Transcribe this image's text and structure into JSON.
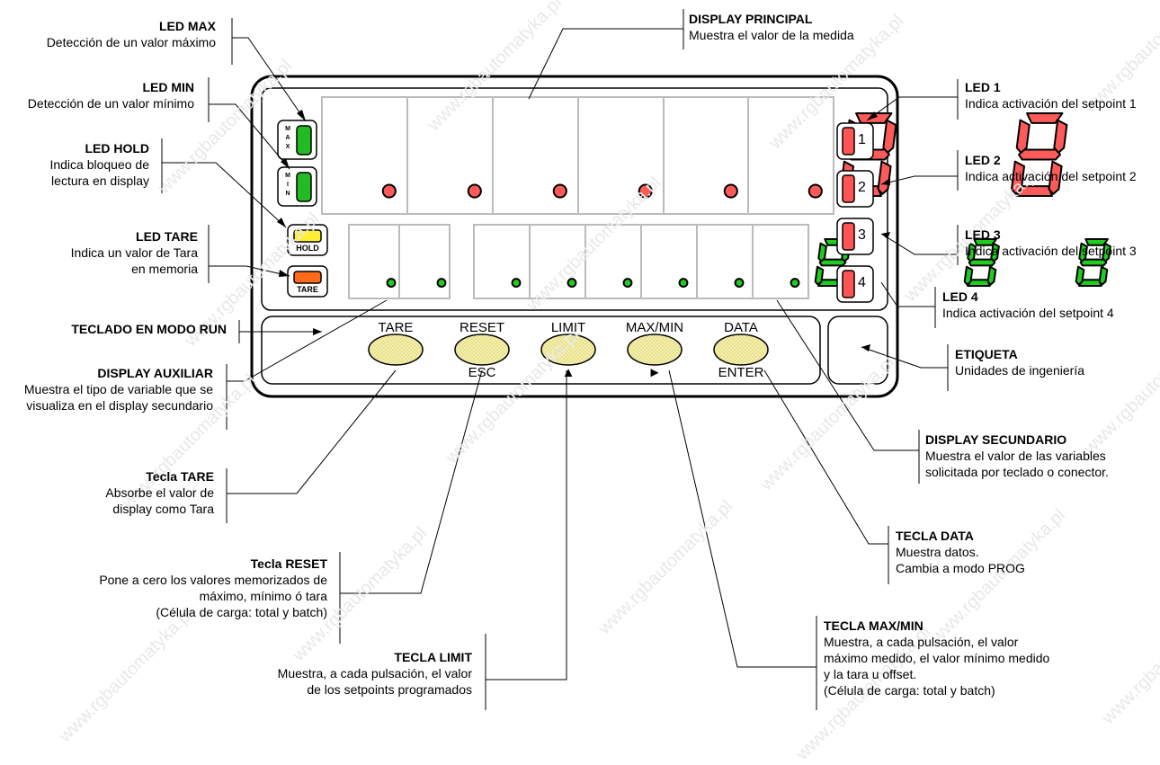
{
  "watermark": "www.rgbautomatyka.pl",
  "callouts": {
    "led_max": {
      "title": "LED MAX",
      "desc": "Detección de un valor máximo"
    },
    "led_min": {
      "title": "LED MIN",
      "desc": "Detección de un valor mínimo"
    },
    "led_hold": {
      "title": "LED HOLD",
      "desc": "Indica bloqueo de\nlectura en display"
    },
    "led_tare": {
      "title": "LED TARE",
      "desc": "Indica un valor de Tara\nen memoria"
    },
    "teclado_run": {
      "title": "TECLADO EN MODO RUN",
      "desc": ""
    },
    "display_aux": {
      "title": "DISPLAY AUXILIAR",
      "desc": "Muestra el tipo de variable que se\nvisualiza en el display secundario"
    },
    "tecla_tare": {
      "title": "Tecla TARE",
      "desc": "Absorbe el valor de\ndisplay como Tara"
    },
    "tecla_reset": {
      "title": "Tecla RESET",
      "desc": "Pone a cero los valores memorizados de\nmáximo, mínimo ó tara\n(Célula de carga: total y batch)"
    },
    "tecla_limit": {
      "title": "TECLA LIMIT",
      "desc": "Muestra, a cada pulsación, el valor\nde los setpoints programados"
    },
    "display_principal": {
      "title": "DISPLAY PRINCIPAL",
      "desc": "Muestra el valor de la medida"
    },
    "led1": {
      "title": "LED 1",
      "desc": "Indica activación del setpoint 1"
    },
    "led2": {
      "title": "LED 2",
      "desc": "Indica activación del setpoint 2"
    },
    "led3": {
      "title": "LED 3",
      "desc": "Indica activación del setpoint 3"
    },
    "led4": {
      "title": "LED 4",
      "desc": "Indica activación del setpoint 4"
    },
    "etiqueta": {
      "title": "ETIQUETA",
      "desc": "Unidades de ingeniería"
    },
    "display_sec": {
      "title": "DISPLAY SECUNDARIO",
      "desc": "Muestra el valor de las variables\nsolicitada por teclado o conector."
    },
    "tecla_data": {
      "title": "TECLA DATA",
      "desc": "Muestra datos.\nCambia a modo PROG"
    },
    "tecla_maxmin": {
      "title": "TECLA MAX/MIN",
      "desc": "Muestra, a cada pulsación, el valor\nmáximo medido, el valor mínimo medido\ny la tara u offset.\n(Célula de carga: total y batch)"
    }
  },
  "keys": [
    {
      "top": "TARE",
      "bottom": ""
    },
    {
      "top": "RESET",
      "bottom": "ESC"
    },
    {
      "top": "LIMIT",
      "bottom": "▲"
    },
    {
      "top": "MAX/MIN",
      "bottom": "►"
    },
    {
      "top": "DATA",
      "bottom": "ENTER"
    }
  ],
  "side_leds": [
    "1",
    "2",
    "3",
    "4"
  ],
  "status_leds": {
    "max": "MAX",
    "min": "MIN",
    "hold": "HOLD",
    "tare": "TARE"
  },
  "colors": {
    "main_segment": "#ff5a5a",
    "aux_segment": "#1fcc1f",
    "led_green": "#22bb22",
    "led_red": "#ff5555",
    "led_yellow": "#ffee33",
    "led_orange": "#ff6a1a",
    "key_fill": "#f5f0a0"
  }
}
